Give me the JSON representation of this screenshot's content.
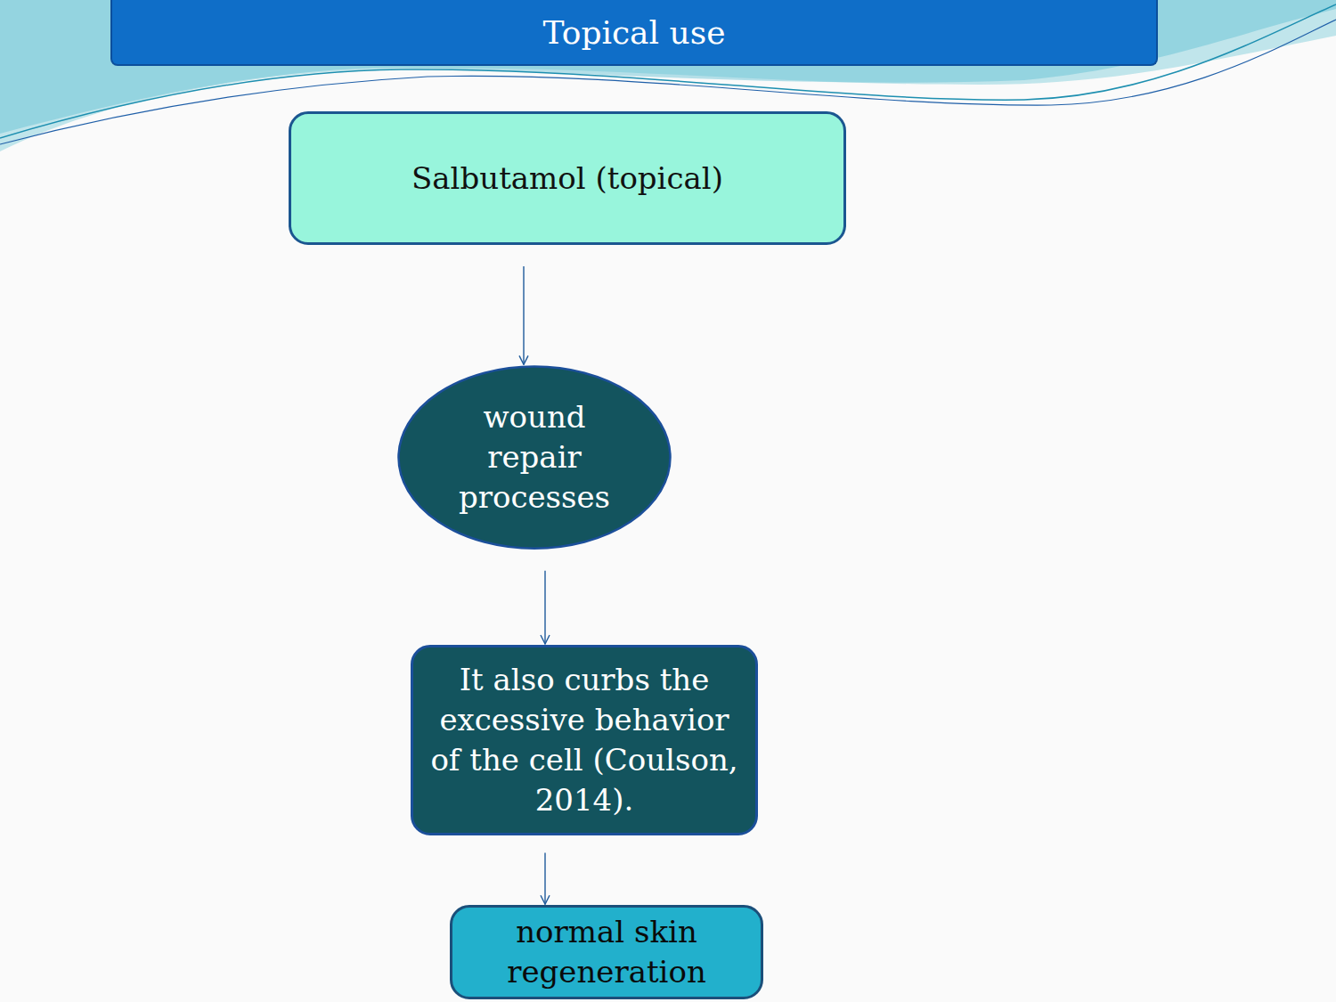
{
  "diagram": {
    "title": "Topical use",
    "nodes": [
      {
        "text": [
          "Salbutamol (topical)"
        ]
      },
      {
        "text": [
          "wound repair processes"
        ]
      },
      {
        "text": [
          "It also curbs the excessive behavior of the cell (Coulson, 2014)."
        ]
      },
      {
        "text": [
          "normal skin regeneration"
        ]
      }
    ],
    "edges": [
      {
        "from": 0,
        "to": 1,
        "arrow": "to"
      },
      {
        "from": 1,
        "to": 2,
        "arrow": "to"
      },
      {
        "from": 2,
        "to": 3,
        "arrow": "to"
      }
    ]
  }
}
